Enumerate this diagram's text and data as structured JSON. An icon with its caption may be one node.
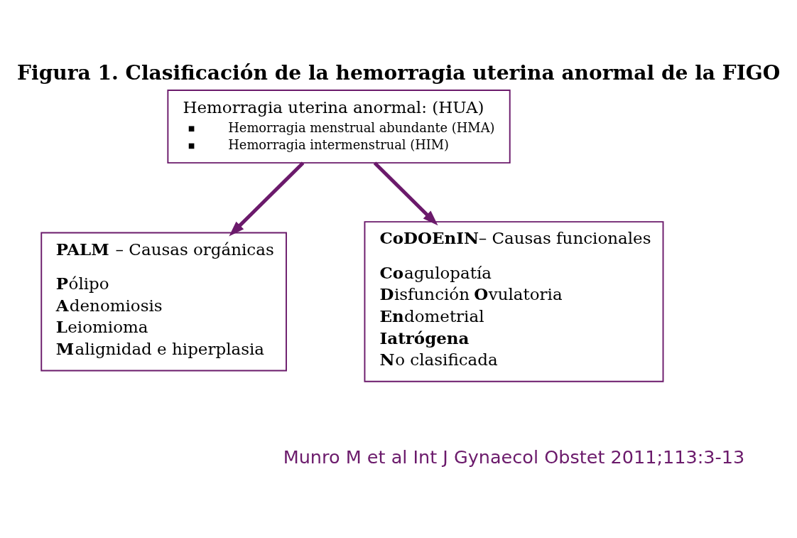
{
  "diagram": {
    "title": "Figura 1. Clasificación de la hemorragia uterina anormal de la FIGO",
    "caption": "Munro M et al Int J Gynaecol Obstet 2011;113:3-13",
    "nodes": [
      {
        "text": [
          "Hemorragia uterina anormal: (HUA)",
          "Hemorragia menstrual abundante (HMA)",
          "Hemorragia intermenstrual (HIM)"
        ]
      },
      {
        "text": [
          "**PALM** – Causas orgánicas",
          "**P**ólipo",
          "**A**denomiosis",
          "**L**eiomioma",
          "**M**alignidad e hiperplasia"
        ]
      },
      {
        "text": [
          "**CoDOEnIN**– Causas funcionales",
          "**Co**agulopatía",
          "**D**isfunción **O**vulatoria",
          "**En**dometrial",
          "**Iatrógena**",
          "**N**o clasificada"
        ]
      }
    ],
    "edges": [
      {
        "from": 0,
        "to": 1,
        "arrow": "to"
      },
      {
        "from": 0,
        "to": 2,
        "arrow": "to"
      }
    ]
  }
}
